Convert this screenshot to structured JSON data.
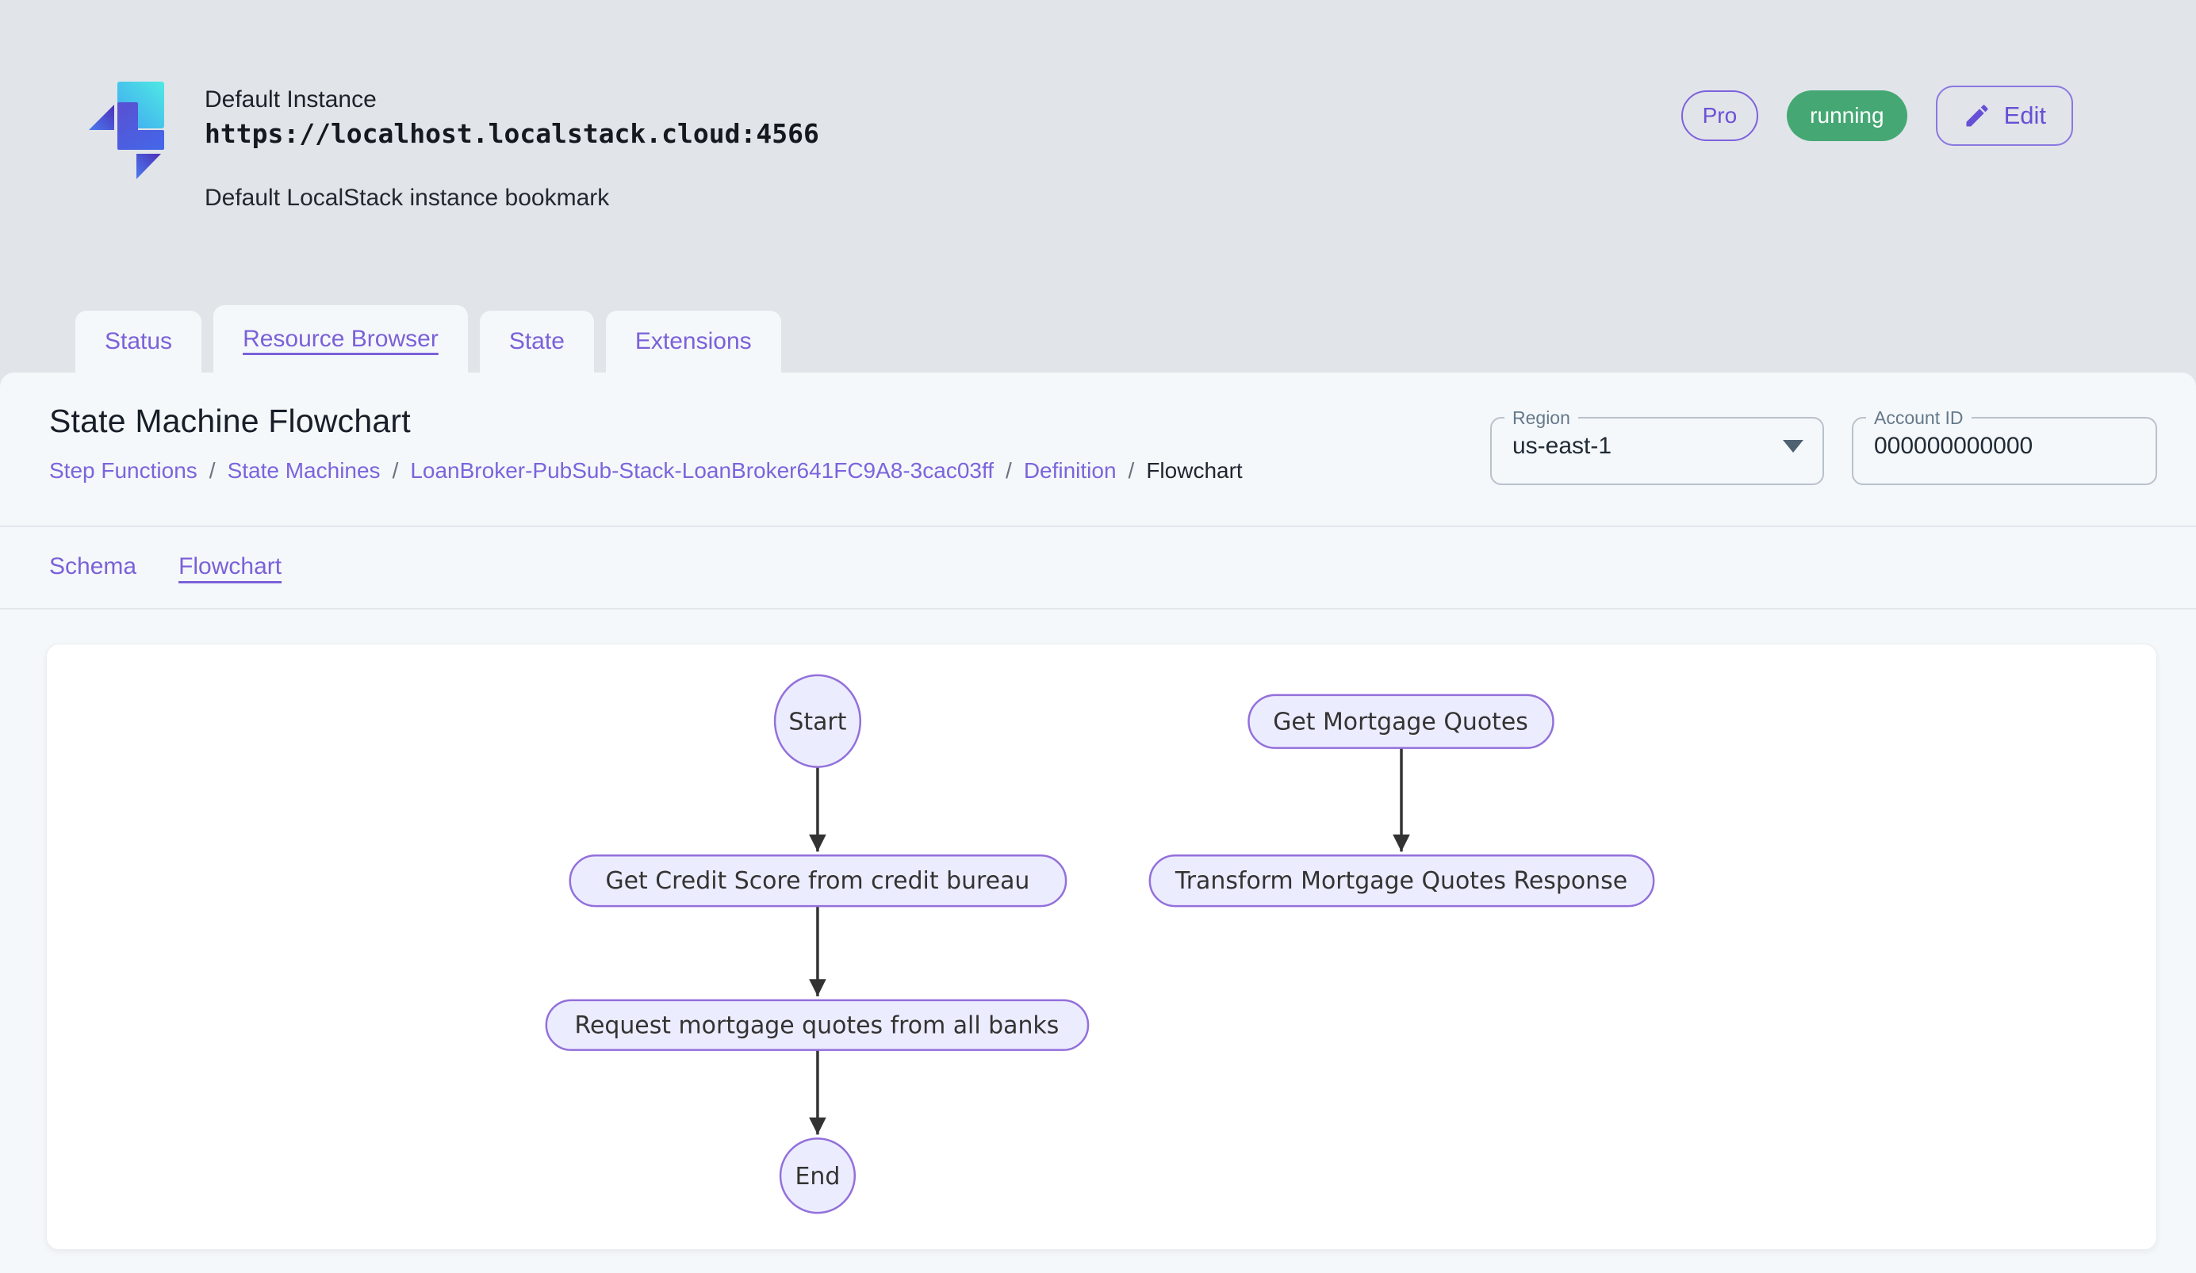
{
  "header": {
    "instance_name": "Default Instance",
    "instance_url": "https://localhost.localstack.cloud:4566",
    "instance_description": "Default LocalStack instance bookmark",
    "pro_badge": "Pro",
    "status_badge": "running",
    "edit_button": "Edit"
  },
  "tabs": [
    {
      "label": "Status",
      "active": false
    },
    {
      "label": "Resource Browser",
      "active": true
    },
    {
      "label": "State",
      "active": false
    },
    {
      "label": "Extensions",
      "active": false
    }
  ],
  "page": {
    "title": "State Machine Flowchart",
    "breadcrumb": [
      {
        "label": "Step Functions"
      },
      {
        "label": "State Machines"
      },
      {
        "label": "LoanBroker-PubSub-Stack-LoanBroker641FC9A8-3cac03ff"
      },
      {
        "label": "Definition"
      },
      {
        "label": "Flowchart"
      }
    ],
    "breadcrumb_separator": "/",
    "region_label": "Region",
    "region_value": "us-east-1",
    "account_id_label": "Account ID",
    "account_id_value": "000000000000"
  },
  "subtabs": [
    {
      "label": "Schema",
      "active": false
    },
    {
      "label": "Flowchart",
      "active": true
    }
  ],
  "flowchart": {
    "nodes": {
      "start": {
        "label": "Start",
        "shape": "circle"
      },
      "get_credit_score": {
        "label": "Get Credit Score from credit bureau",
        "shape": "stadium"
      },
      "request_quotes": {
        "label": "Request mortgage quotes from all banks",
        "shape": "stadium"
      },
      "end": {
        "label": "End",
        "shape": "circle"
      },
      "get_mortgage_quotes": {
        "label": "Get Mortgage Quotes",
        "shape": "stadium"
      },
      "transform_response": {
        "label": "Transform Mortgage Quotes Response",
        "shape": "stadium"
      }
    },
    "edges": [
      {
        "from": "start",
        "to": "get_credit_score"
      },
      {
        "from": "get_credit_score",
        "to": "request_quotes"
      },
      {
        "from": "request_quotes",
        "to": "end"
      },
      {
        "from": "get_mortgage_quotes",
        "to": "transform_response"
      }
    ]
  },
  "colors": {
    "accent_purple": "#7B61D9",
    "status_green": "#45A874",
    "node_fill": "#ECECFF",
    "node_border": "#9370DB",
    "edge_color": "#333333",
    "header_bg": "#E1E4E9",
    "panel_bg": "#F5F8FA",
    "card_bg": "#FFFFFF"
  }
}
